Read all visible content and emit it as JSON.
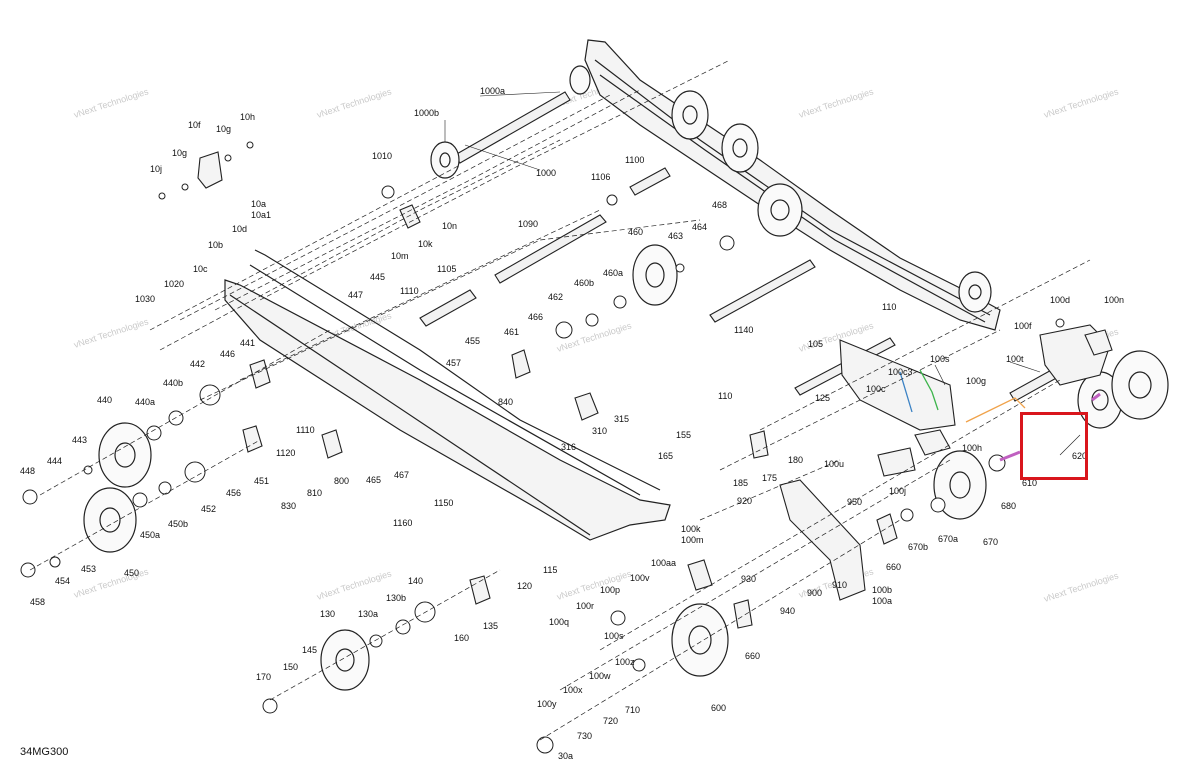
{
  "diagram_code": "34MG300",
  "watermark": "vNext Technologies",
  "highlight": {
    "label": "620",
    "color": "#d9161c"
  },
  "labels": {
    "l1000a": "1000a",
    "l1000b": "1000b",
    "l1000": "1000",
    "l1010": "1010",
    "l1100": "1100",
    "l1106": "1106",
    "l1090": "1090",
    "l468": "468",
    "l464": "464",
    "l463": "463",
    "l460": "460",
    "l460a": "460a",
    "l460b": "460b",
    "l462": "462",
    "l466": "466",
    "l461": "461",
    "l840": "840",
    "l1140": "1140",
    "l110": "110",
    "l1105": "1105",
    "l445": "445",
    "l447": "447",
    "l1110": "1110",
    "l455": "455",
    "l457": "457",
    "l10h": "10h",
    "l10f": "10f",
    "l10g_a": "10g",
    "l10g_b": "10g",
    "l10j": "10j",
    "l10a": "10a",
    "l10a1": "10a1",
    "l10d": "10d",
    "l10b": "10b",
    "l10c": "10c",
    "l10n": "10n",
    "l10k": "10k",
    "l10m": "10m",
    "l1020": "1020",
    "l1030": "1030",
    "l441": "441",
    "l442": "442",
    "l446": "446",
    "l440b": "440b",
    "l440a": "440a",
    "l440": "440",
    "l443": "443",
    "l444": "444",
    "l448": "448",
    "l1110b": "1110",
    "l1120": "1120",
    "l451": "451",
    "l452": "452",
    "l456": "456",
    "l810": "810",
    "l830": "830",
    "l800": "800",
    "l465": "465",
    "l467": "467",
    "l1150": "1150",
    "l1160": "1160",
    "l450b": "450b",
    "l450a": "450a",
    "l450": "450",
    "l453": "453",
    "l454": "454",
    "l458": "458",
    "l120": "120",
    "l115": "115",
    "l140": "140",
    "l130b": "130b",
    "l130a": "130a",
    "l130": "130",
    "l135": "135",
    "l160": "160",
    "l145": "145",
    "l150": "150",
    "l170": "170",
    "l315": "315",
    "l310": "310",
    "l316": "316",
    "l105": "105",
    "l125": "125",
    "l110b": "110",
    "l155": "155",
    "l165": "165",
    "l185": "185",
    "l180": "180",
    "l175": "175",
    "l920": "920",
    "l930": "930",
    "l940": "940",
    "l900": "900",
    "l910": "910",
    "l100k": "100k",
    "l100m": "100m",
    "l100aa": "100aa",
    "l100v": "100v",
    "l100p": "100p",
    "l100r": "100r",
    "l100q": "100q",
    "l100s_a": "100s",
    "l100w": "100w",
    "l100z": "100z",
    "l100x": "100x",
    "l100y": "100y",
    "l30a": "30a",
    "l730": "730",
    "l720": "720",
    "l710": "710",
    "l600": "600",
    "l660a": "660",
    "l100b": "100b",
    "l100a": "100a",
    "l660b": "660",
    "l670b": "670b",
    "l670a": "670a",
    "l670": "670",
    "l680": "680",
    "l610": "610",
    "l620": "620",
    "l950": "950",
    "l100j": "100j",
    "l100u": "100u",
    "l100h": "100h",
    "l100c": "100c",
    "l100c3": "100c3",
    "l100s": "100s",
    "l100g": "100g",
    "l100t": "100t",
    "l100f": "100f",
    "l100d": "100d",
    "l100n": "100n"
  }
}
